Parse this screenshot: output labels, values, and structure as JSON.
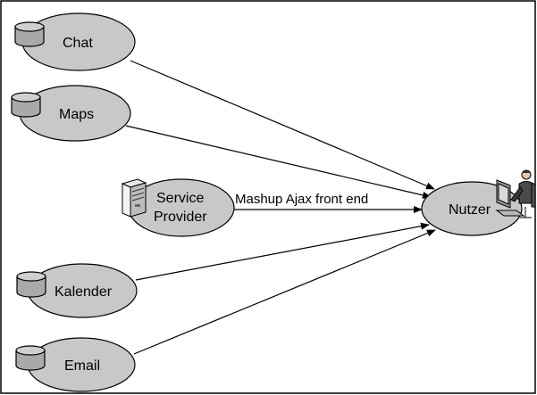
{
  "diagram": {
    "nodes": {
      "chat": {
        "label": "Chat",
        "icon": "database-icon"
      },
      "maps": {
        "label": "Maps",
        "icon": "database-icon"
      },
      "service": {
        "label_line1": "Service",
        "label_line2": "Provider",
        "icon": "server-icon"
      },
      "kalender": {
        "label": "Kalender",
        "icon": "database-icon"
      },
      "email": {
        "label": "Email",
        "icon": "database-icon"
      },
      "nutzer": {
        "label": "Nutzer",
        "icon": "user-at-computer-icon"
      }
    },
    "edges": {
      "service_to_nutzer": {
        "label": "Mashup Ajax front end"
      }
    }
  },
  "colors": {
    "node_fill": "#c8c8c8",
    "stroke": "#000000",
    "background": "#ffffff"
  }
}
